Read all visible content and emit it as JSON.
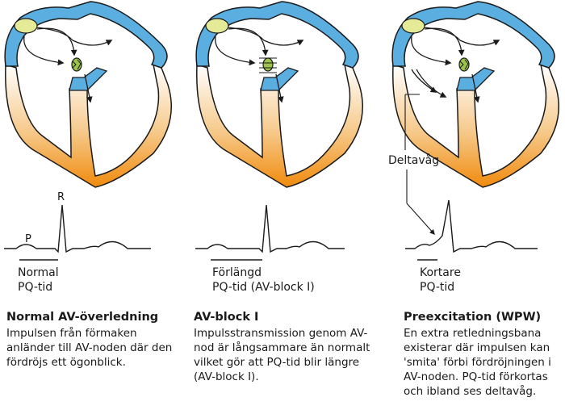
{
  "panels": [
    {
      "pq_label_line1": "Normal",
      "pq_label_line2": "PQ-tid",
      "wave_p_label": "P",
      "wave_r_label": "R",
      "title": "Normal AV-överledning",
      "description": "Impulsen från förmaken anländer till AV-noden där den fördröjs ett ögonblick."
    },
    {
      "pq_label_line1": "Förlängd",
      "pq_label_line2": "PQ-tid (AV-block I)",
      "title": "AV-block I",
      "description": "Impulsstransmission genom AV-nod är långsammare än normalt vilket gör att PQ-tid blir längre (AV-block I)."
    },
    {
      "pq_label_line1": "Kortare",
      "pq_label_line2": "PQ-tid",
      "delta_label": "Deltavåg",
      "title": "Preexcitation (WPW)",
      "description": "En extra retledningsbana existerar där impulsen kan 'smita' förbi fördröjningen i AV-noden. PQ-tid förkortas och ibland ses deltavåg."
    }
  ],
  "colors": {
    "atrium_blue": "#5aaee0",
    "ventricle_orange": "#f08a0c",
    "sa_node": "#e4ea96",
    "av_node": "#9cc34a",
    "outline": "#1a1a1a"
  }
}
